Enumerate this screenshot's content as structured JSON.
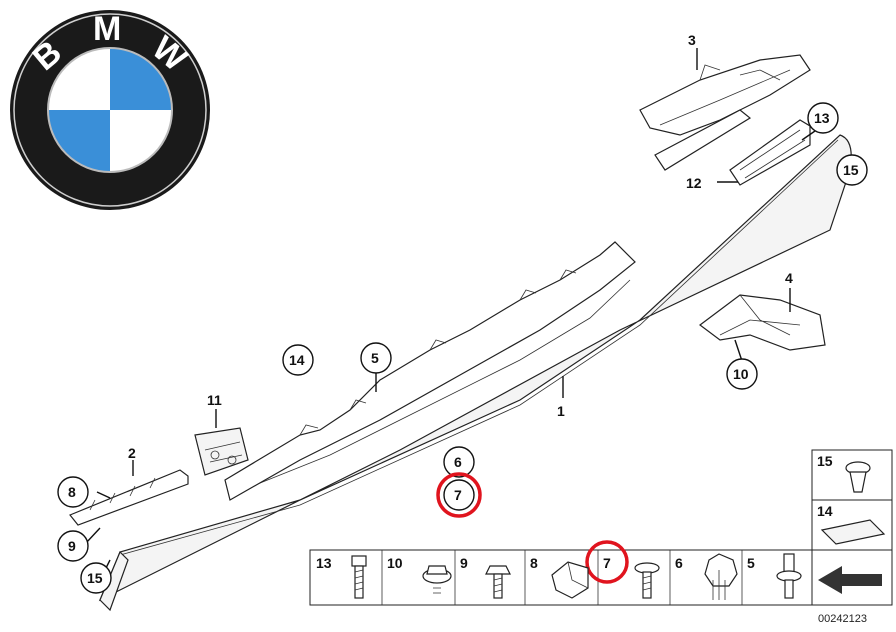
{
  "logo": {
    "letters": [
      "B",
      "M",
      "W"
    ],
    "colors": {
      "blue": "#3a8fd8",
      "ring": "#1a1a1a",
      "white": "#ffffff"
    }
  },
  "callouts": {
    "c1": "1",
    "c2": "2",
    "c3": "3",
    "c4": "4",
    "c5": "5",
    "c6": "6",
    "c7": "7",
    "c8": "8",
    "c9": "9",
    "c10": "10",
    "c11": "11",
    "c12": "12",
    "c13": "13",
    "c14": "14",
    "c15a": "15",
    "c15b": "15"
  },
  "legend": {
    "bottom_row": [
      "13",
      "10",
      "9",
      "8",
      "7",
      "6",
      "5"
    ],
    "right_col": [
      "15",
      "14"
    ]
  },
  "highlight_color": "#e0141e",
  "diagram_id": "00242123"
}
